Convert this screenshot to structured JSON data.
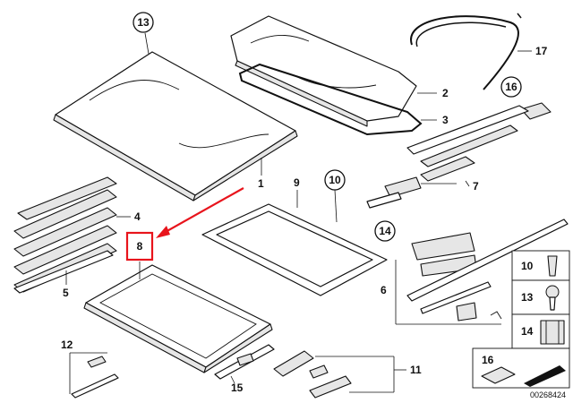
{
  "callouts": {
    "c1": "1",
    "c2": "2",
    "c3": "3",
    "c4": "4",
    "c5": "5",
    "c6": "6",
    "c7": "7",
    "c8": "8",
    "c9": "9",
    "c10": "10",
    "c11": "11",
    "c12": "12",
    "c13": "13",
    "c14": "14",
    "c15": "15",
    "c16": "16",
    "c17": "17"
  },
  "legend": {
    "items": [
      "10",
      "13",
      "14",
      "16"
    ]
  },
  "reference_number": "00268424",
  "colors": {
    "highlight": "#e8141c",
    "line": "#111111"
  }
}
